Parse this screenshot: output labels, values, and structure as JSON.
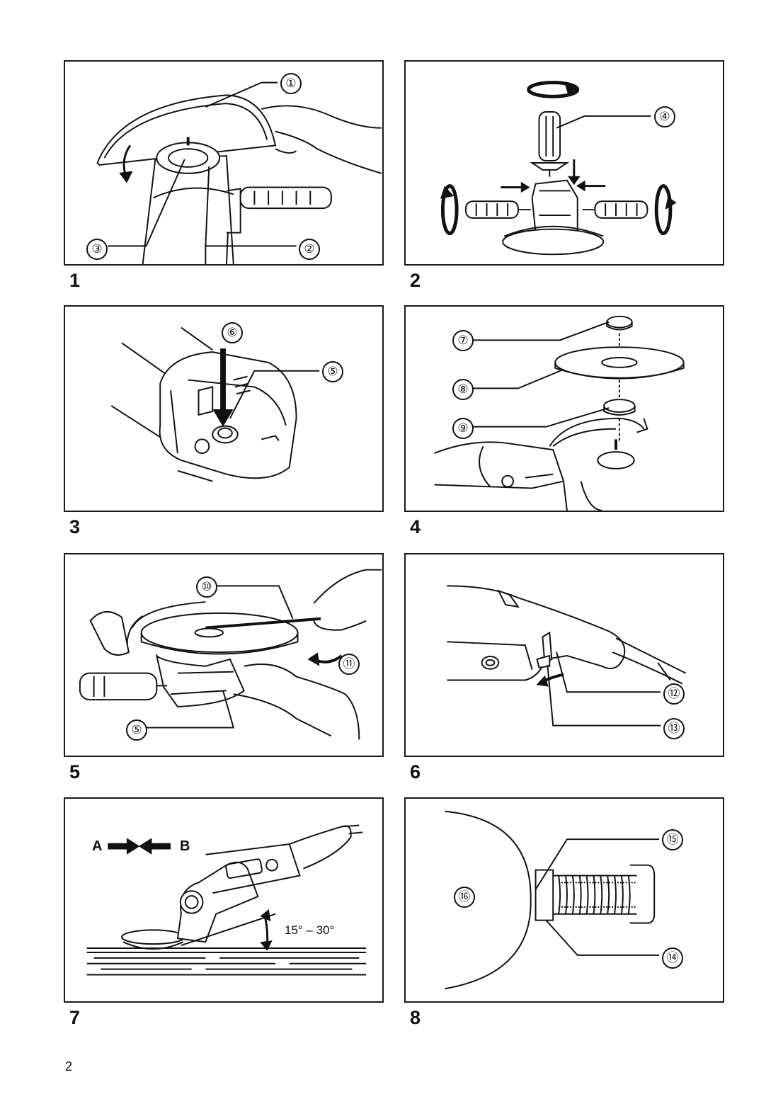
{
  "figures": [
    {
      "number": "1",
      "callouts": [
        "①",
        "②",
        "③"
      ]
    },
    {
      "number": "2",
      "callouts": [
        "④"
      ]
    },
    {
      "number": "3",
      "callouts": [
        "⑤",
        "⑥"
      ]
    },
    {
      "number": "4",
      "callouts": [
        "⑦",
        "⑧",
        "⑨"
      ]
    },
    {
      "number": "5",
      "callouts": [
        "⑤",
        "⑩",
        "⑪"
      ]
    },
    {
      "number": "6",
      "callouts": [
        "⑫",
        "⑬"
      ]
    },
    {
      "number": "7",
      "labels": {
        "a": "A",
        "b": "B",
        "angle": "15° – 30°"
      }
    },
    {
      "number": "8",
      "callouts": [
        "⑭",
        "⑮",
        "⑯"
      ]
    }
  ],
  "page_number": "2",
  "icons": [
    "arrow-icon",
    "rotation-arrow-icon"
  ]
}
